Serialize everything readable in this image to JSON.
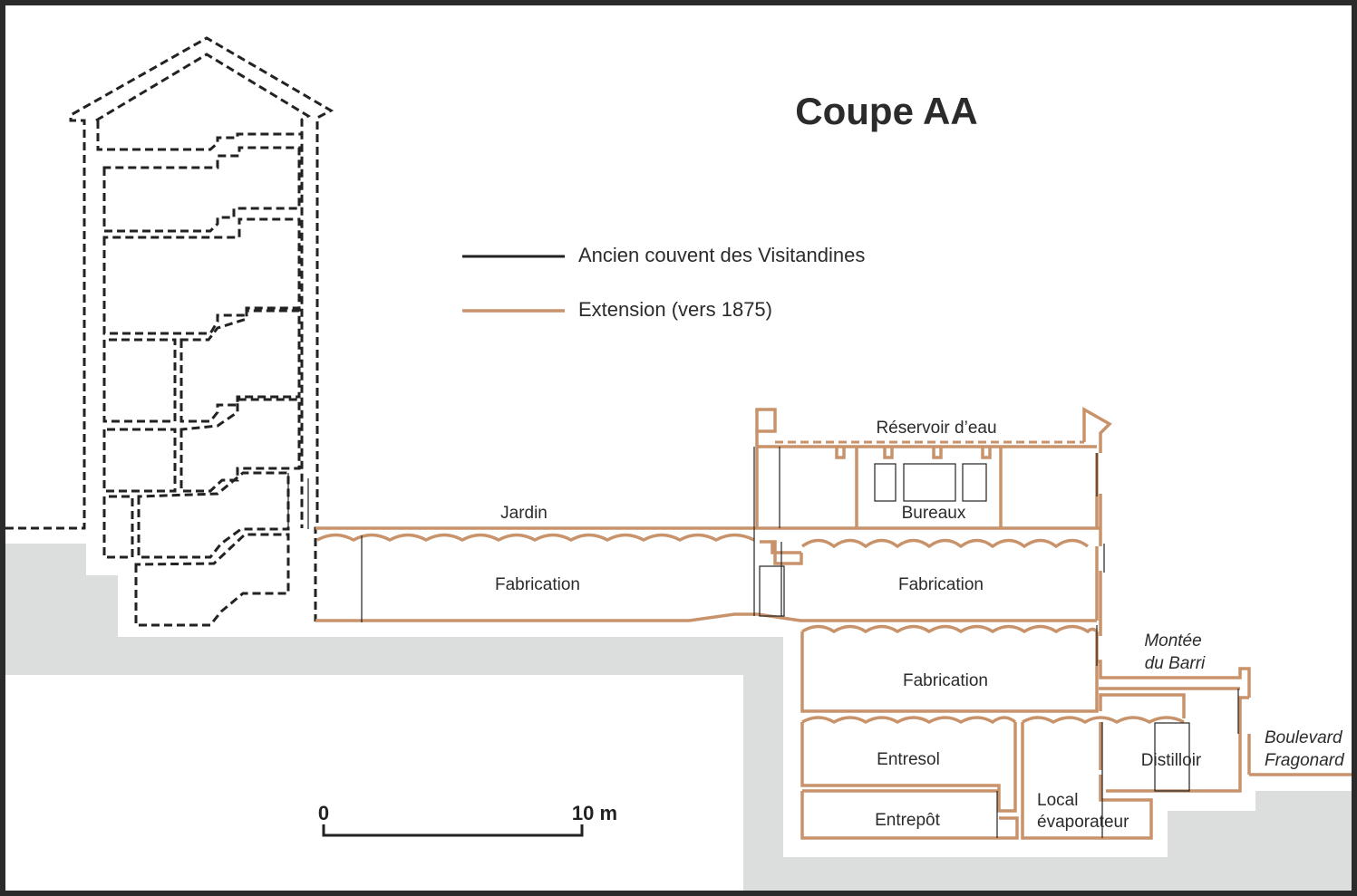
{
  "title": "Coupe AA",
  "legend": {
    "old": "Ancien couvent des Visitandines",
    "extension": "Extension (vers 1875)"
  },
  "labels": {
    "reservoir": "Réservoir d’eau",
    "jardin": "Jardin",
    "bureaux": "Bureaux",
    "fabrication_1": "Fabrication",
    "fabrication_2": "Fabrication",
    "fabrication_3": "Fabrication",
    "entresol": "Entresol",
    "entrepot": "Entrepôt",
    "local_1": "Local",
    "local_2": "évaporateur",
    "distilloir": "Distilloir",
    "montee_1": "Montée",
    "montee_2": "du Barri",
    "boulevard_1": "Boulevard",
    "boulevard_2": "Fragonard"
  },
  "scale": {
    "start": "0",
    "end": "10 m"
  },
  "colors": {
    "old_building": "#222222",
    "extension": "#c8926a",
    "ground": "#dcdddd",
    "frame": "#2b2b2b"
  }
}
